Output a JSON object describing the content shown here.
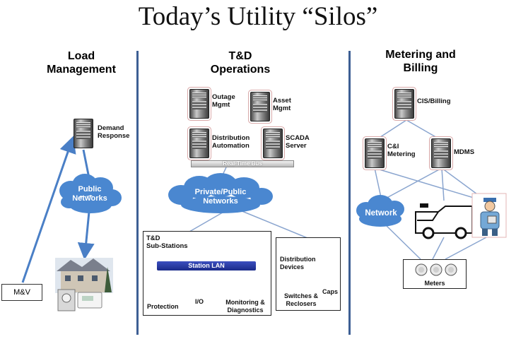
{
  "title": "Today’s Utility “Silos”",
  "columns": {
    "load": [
      "Load",
      "Management"
    ],
    "td": [
      "T&D",
      "Operations"
    ],
    "metering": [
      "Metering and",
      "Billing"
    ]
  },
  "load": {
    "demand_response": [
      "Demand",
      "Response"
    ],
    "public_networks": [
      "Public",
      "Networks"
    ],
    "mv": "M&V"
  },
  "td": {
    "outage": [
      "Outage",
      "Mgmt"
    ],
    "asset": [
      "Asset",
      "Mgmt"
    ],
    "distribution_automation": [
      "Distribution",
      "Automation"
    ],
    "scada": [
      "SCADA",
      "Server"
    ],
    "bus": "Real-Time  Bus",
    "network": [
      "Private/Public",
      "Networks"
    ],
    "substations": [
      "T&D",
      "Sub-Stations"
    ],
    "station_lan": "Station LAN",
    "protection": "Protection",
    "io": "I/O",
    "monitoring": [
      "Monitoring &",
      "Diagnostics"
    ],
    "distribution_devices": [
      "Distribution",
      "Devices"
    ],
    "switches": [
      "Switches &",
      "Reclosers"
    ],
    "caps": "Caps"
  },
  "metering": {
    "cis": "CIS/Billing",
    "ci": [
      "C&I",
      "Metering"
    ],
    "mdms": "MDMS",
    "network": "Network",
    "meters": "Meters"
  },
  "colors": {
    "cloud": "#4a87d0",
    "divider": "#3d5f94",
    "line": "#8aa5cf",
    "arrow": "#4a7fc6"
  }
}
